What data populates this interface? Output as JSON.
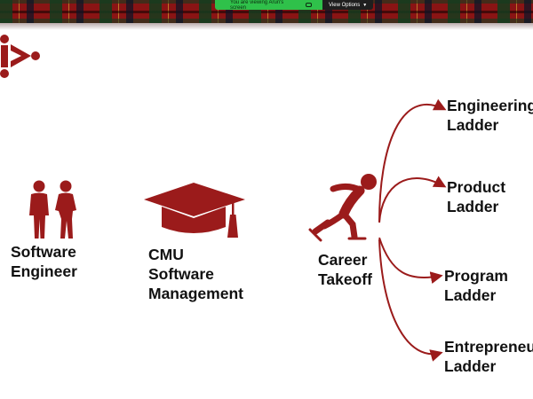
{
  "share_bar": {
    "message": "You are viewing Arun's screen",
    "view_options": "View Options"
  },
  "slide": {
    "accent_color": "#9b1b1b",
    "people_label": [
      "Software",
      "Engineer"
    ],
    "degree_label": [
      "CMU",
      "Software",
      "Management"
    ],
    "takeoff_label": [
      "Career",
      "Takeoff"
    ],
    "ladders": [
      {
        "line1": "Engineering",
        "line2": "Ladder"
      },
      {
        "line1": "Product",
        "line2": "Ladder"
      },
      {
        "line1": "Program",
        "line2": "Ladder"
      },
      {
        "line1": "Entrepreneur",
        "line2": "Ladder"
      }
    ],
    "icons": [
      "logo-icon",
      "people-icon",
      "graduation-cap-icon",
      "skater-icon",
      "arrow-icon"
    ]
  }
}
